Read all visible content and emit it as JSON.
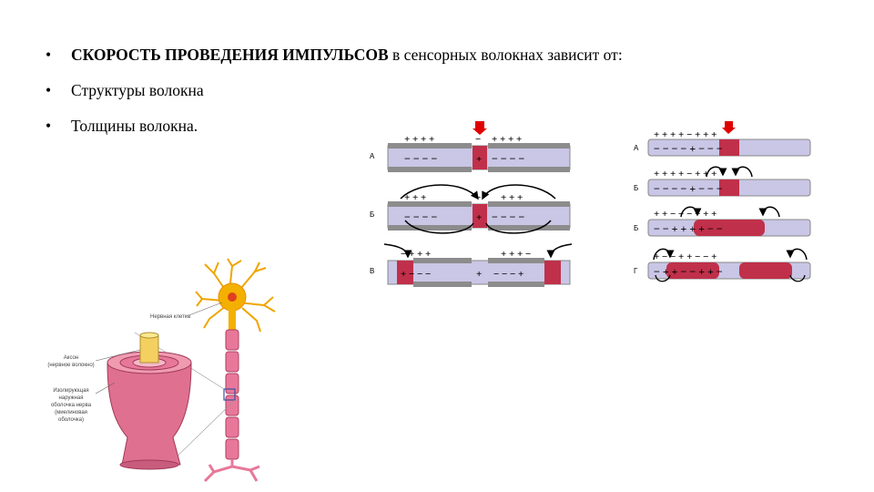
{
  "bullets": [
    {
      "bold": "СКОРОСТЬ ПРОВЕДЕНИЯ ИМПУЛЬСОВ",
      "text": " в сенсорных волокнах зависит от:"
    },
    {
      "bold": "",
      "text": "Структуры волокна"
    },
    {
      "bold": "",
      "text": "Толщины волокна."
    }
  ],
  "bullet_symbol": "•",
  "myelinated_figure": {
    "row_labels": [
      "А",
      "Б",
      "В"
    ]
  },
  "unmyelinated_figure": {
    "row_labels": [
      "А",
      "Б",
      "Б",
      "Г"
    ]
  },
  "neuron_figure": {
    "cell_label": "Нервная клетка",
    "axon_label": [
      "Аксон",
      "(нервное волокно)"
    ],
    "sheath_label": [
      "Изолирующая",
      "наружная",
      "оболочка нерва",
      "(миелиновая",
      "оболочка)"
    ]
  },
  "colors": {
    "axon_fill": "#c9c6e6",
    "active_red": "#c0304a",
    "myelin_grey": "#8c8c8c",
    "neuron_pink": "#e8789a",
    "soma_orange": "#f4b000"
  }
}
